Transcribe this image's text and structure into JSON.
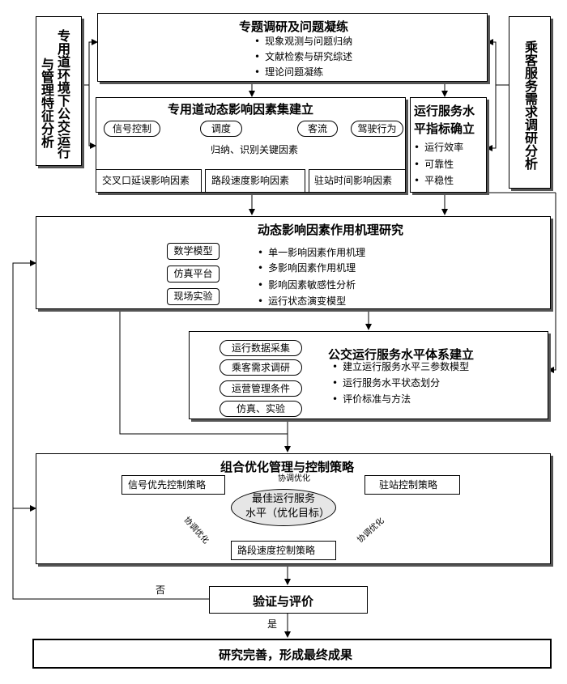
{
  "left_side": {
    "col1": "专用道环境下公交运行",
    "col2": "与管理特征分析"
  },
  "right_side": "乘客服务需求调研分析",
  "topic_research": {
    "title": "专题调研及问题凝练",
    "items": [
      "现象观测与问题归纳",
      "文献检索与研究综述",
      "理论问题凝练"
    ]
  },
  "dynamic_factors": {
    "title": "专用道动态影响因素集建立",
    "pills": [
      "信号控制",
      "调度",
      "客流",
      "驾驶行为"
    ],
    "middle_label": "归纳、识别关键因素",
    "outputs": [
      "交叉口延误影响因素",
      "路段速度影响因素",
      "驻站时间影响因素"
    ]
  },
  "service_index": {
    "title_line1": "运行服务水",
    "title_line2": "平指标确立",
    "items": [
      "运行效率",
      "可靠性",
      "平稳性"
    ]
  },
  "mechanism": {
    "title": "动态影响因素作用机理研究",
    "methods": [
      "数学模型",
      "仿真平台",
      "现场实验"
    ],
    "items": [
      "单一影响因素作用机理",
      "多影响因素作用机理",
      "影响因素敏感性分析",
      "运行状态演变模型"
    ]
  },
  "service_system": {
    "title": "公交运行服务水平体系建立",
    "methods": [
      "运行数据采集",
      "乘客需求调研",
      "运营管理条件",
      "仿真、实验"
    ],
    "items": [
      "建立运行服务水平三参数模型",
      "运行服务水平状态划分",
      "评价标准与方法"
    ]
  },
  "combined": {
    "title": "组合优化管理与控制策略",
    "signal": "信号优先控制策略",
    "stop": "驻站控制策略",
    "road": "路段速度控制策略",
    "center_line1": "最佳运行服务",
    "center_line2": "水平（优化目标）",
    "coord": "协调优化"
  },
  "verify": {
    "title": "验证与评价",
    "no": "否",
    "yes": "是"
  },
  "final": "研究完善，形成最终成果"
}
